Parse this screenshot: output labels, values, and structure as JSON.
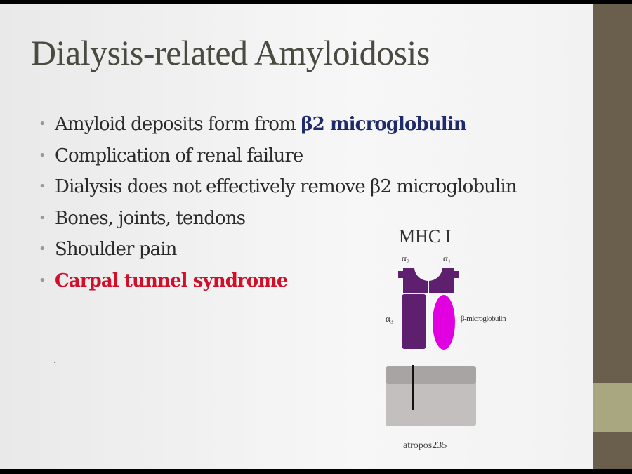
{
  "slide": {
    "title": "Dialysis-related Amyloidosis",
    "bullets": [
      {
        "text": "Amyloid deposits form from ",
        "emphasis": "β2 microglobulin"
      },
      {
        "text": "Complication of renal failure"
      },
      {
        "text": "Dialysis does not effectively remove β2 microglobulin"
      },
      {
        "text": "Bones, joints, tendons"
      },
      {
        "text": "Shoulder pain"
      },
      {
        "text": "Carpal tunnel syndrome"
      }
    ],
    "bullet_symbol": "•",
    "stray_mark": "."
  },
  "diagram": {
    "title": "MHC I",
    "alpha2": "α₂",
    "alpha1": "α₁",
    "alpha3": "α₃",
    "beta_label": "β-microglobulin",
    "credit": "atropos235",
    "colors": {
      "heavy_chain": "#5e1f6e",
      "beta": "#e000e0",
      "membrane_top": "#a8a4a4",
      "membrane": "#c3bfbf"
    }
  },
  "colors": {
    "sidebar": "#6a5f4c",
    "band": "#a9a77f",
    "emphasis_blue": "#1f2a6b",
    "emphasis_red": "#d0102a"
  }
}
